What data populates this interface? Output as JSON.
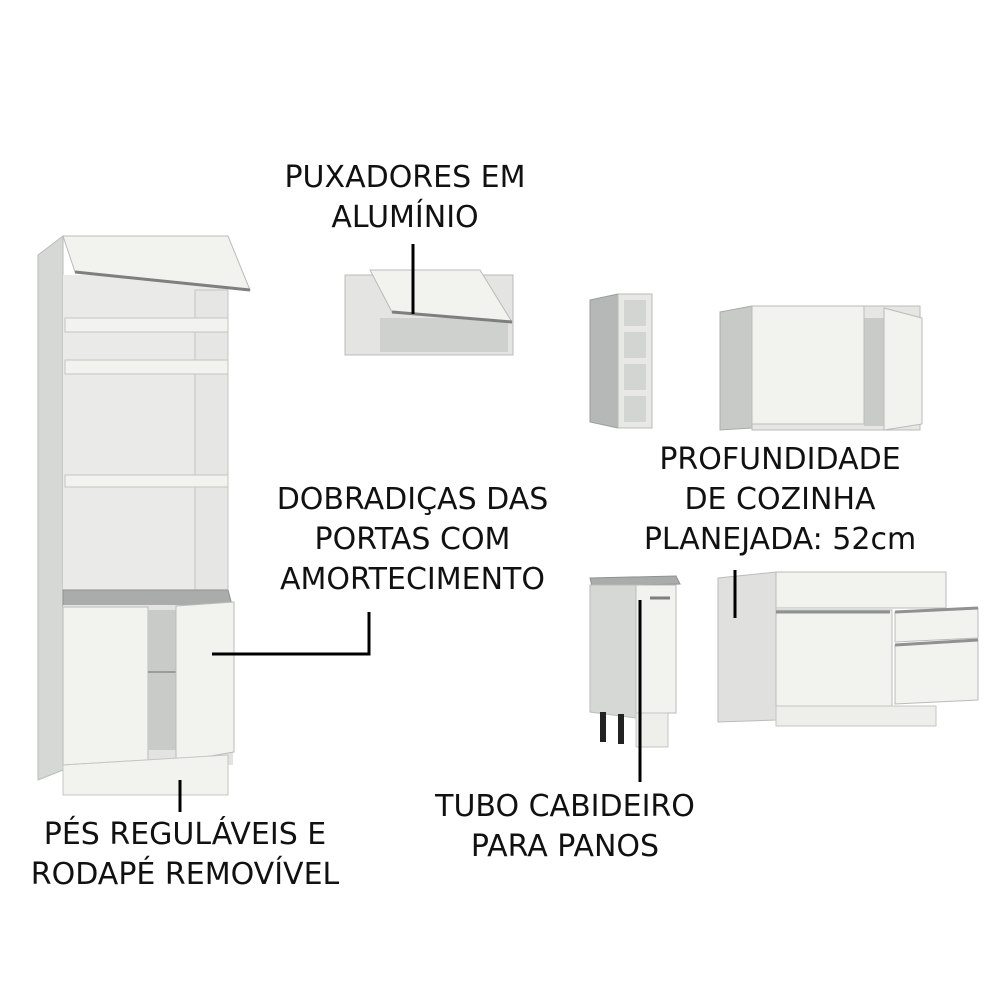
{
  "callouts": {
    "handles": {
      "line1": "PUXADORES EM",
      "line2": "ALUMÍNIO"
    },
    "hinges": {
      "line1": "DOBRADIÇAS DAS",
      "line2": "PORTAS COM",
      "line3": "AMORTECIMENTO"
    },
    "depth": {
      "line1": "PROFUNDIDADE",
      "line2": "DE COZINHA",
      "line3": "PLANEJADA: 52cm"
    },
    "feet": {
      "line1": "PÉS REGULÁVEIS E",
      "line2": "RODAPÉ REMOVÍVEL"
    },
    "towel_rail": {
      "line1": "TUBO CABIDEIRO",
      "line2": "PARA PANOS"
    }
  },
  "colors": {
    "furniture_face": "#f2f2ef",
    "furniture_side": "#d6d8d5",
    "furniture_shadow": "#b9bcb9",
    "countertop": "#a9acab",
    "leader_line": "#000000",
    "text": "#111111"
  }
}
